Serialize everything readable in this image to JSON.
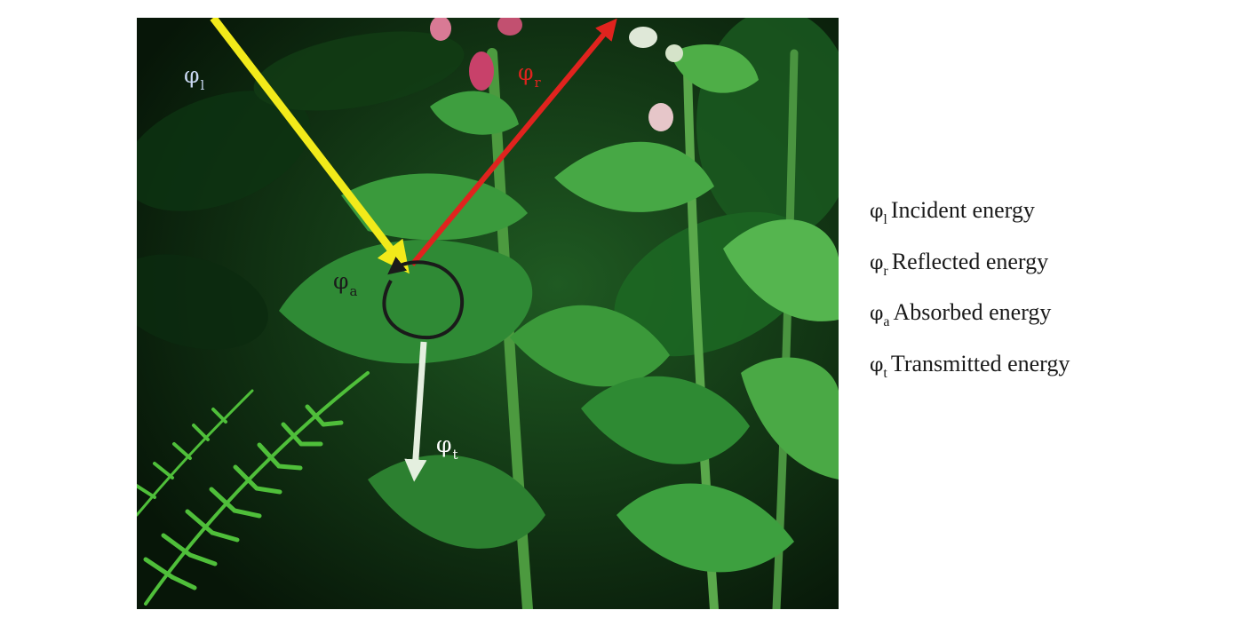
{
  "photo": {
    "subject": "foxglove-plant-with-ferns",
    "colors": {
      "leaf_dark": "#0b2a10",
      "leaf_mid": "#2f8a35",
      "leaf_light": "#5cbf55",
      "flower": "#c8416a"
    }
  },
  "arrows": {
    "incident": {
      "symbol": "φ",
      "subscript": "l",
      "color": "#f2ea1a",
      "label_color": "#c9d8f2"
    },
    "reflected": {
      "symbol": "φ",
      "subscript": "r",
      "color": "#e0231e",
      "label_color": "#e0231e"
    },
    "absorbed": {
      "symbol": "φ",
      "subscript": "a",
      "color": "#1a1a1a",
      "label_color": "#1a1a1a"
    },
    "transmitted": {
      "symbol": "φ",
      "subscript": "t",
      "color": "#e4efdf",
      "label_color": "#ffffff"
    }
  },
  "legend": [
    {
      "symbol": "φ",
      "subscript": "l",
      "text": "Incident energy"
    },
    {
      "symbol": "φ",
      "subscript": "r",
      "text": "Reflected energy"
    },
    {
      "symbol": "φ",
      "subscript": "a",
      "text": "Absorbed energy"
    },
    {
      "symbol": "φ",
      "subscript": "t",
      "text": "Transmitted energy"
    }
  ]
}
